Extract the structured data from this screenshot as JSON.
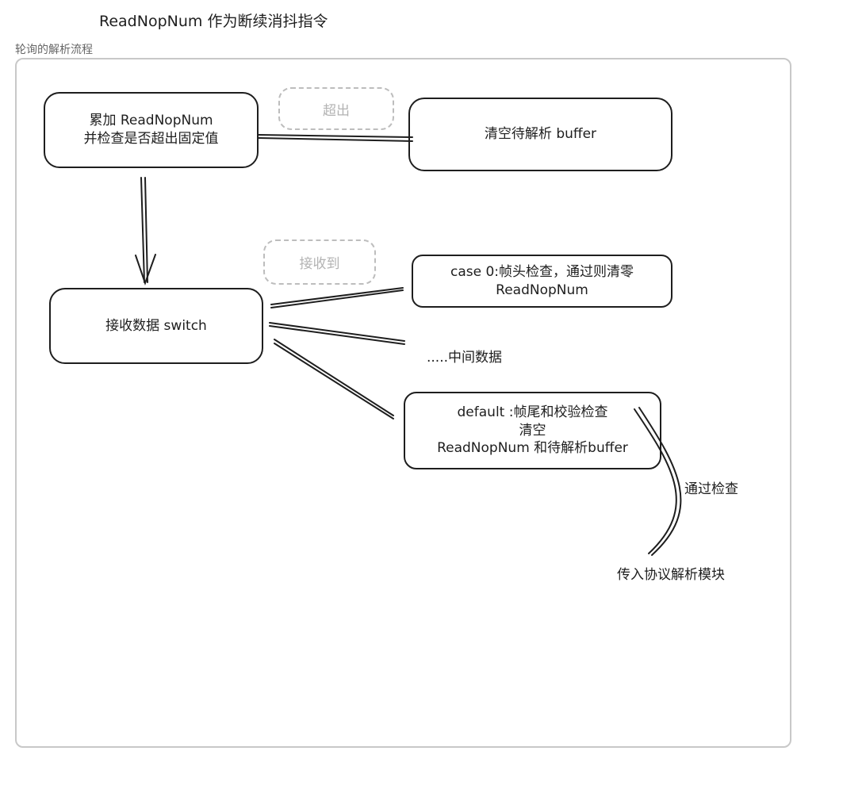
{
  "heading": "ReadNopNum 作为断续消抖指令",
  "frame_label": "轮询的解析流程",
  "nodes": {
    "accumulate": "累加 ReadNopNum\n并检查是否超出固定值",
    "clear_buffer": "清空待解析 buffer",
    "switch": "接收数据 switch",
    "case0": "case 0:帧头检查，通过则清零\nReadNopNum",
    "default": "default :帧尾和校验检查\n清空\nReadNopNum 和待解析buffer"
  },
  "tags": {
    "exceed": "超出",
    "received": "接收到"
  },
  "labels": {
    "middle_data": ".....中间数据",
    "pass_check": "通过检查",
    "pass_to_parser": "传入协议解析模块"
  },
  "colors": {
    "stroke": "#1e1e1e",
    "frame": "#c8c8c8",
    "dashed_tag": "#bdbdbd",
    "muted_text": "#b3b3b3"
  }
}
